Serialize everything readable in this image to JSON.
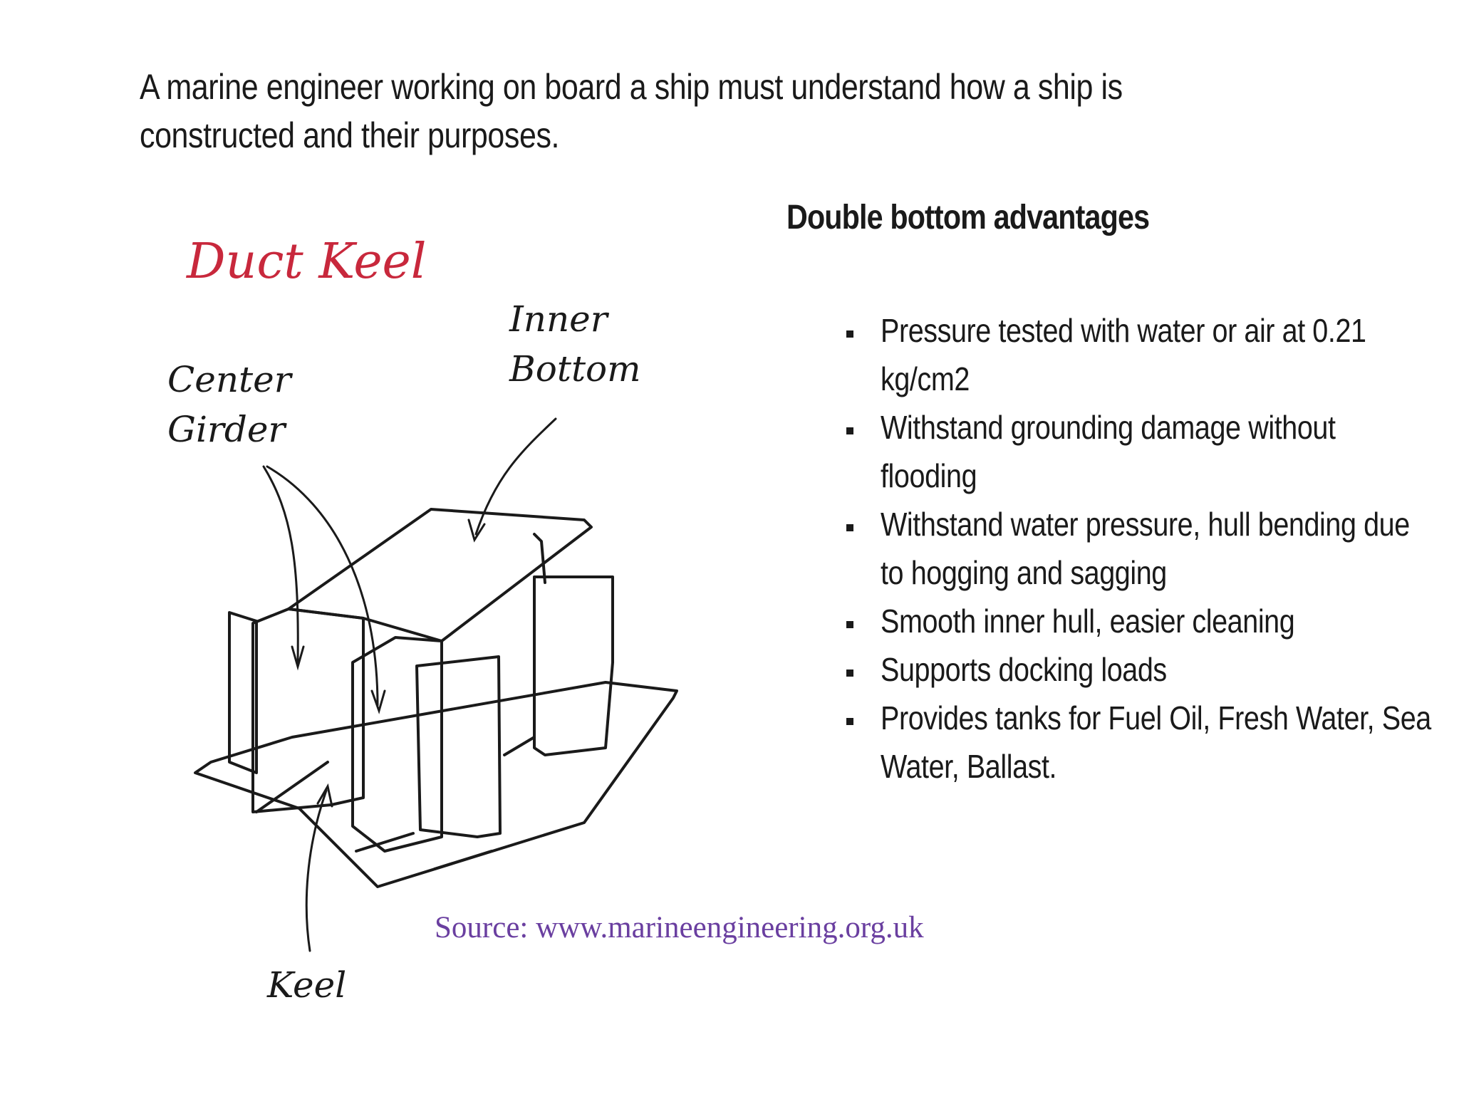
{
  "intro": "A marine engineer working on board a ship must understand how a ship is constructed and their purposes.",
  "figure": {
    "title": "Duct Keel",
    "labels": {
      "inner_bottom_line1": "Inner",
      "inner_bottom_line2": "Bottom",
      "center_girder_line1": "Center",
      "center_girder_line2": "Girder",
      "keel": "Keel"
    },
    "colors": {
      "title": "#c8283c",
      "ink": "#1a1a1a"
    }
  },
  "advantages": {
    "heading": "Double bottom advantages",
    "items": [
      "Pressure tested with water or air at 0.21 kg/cm2",
      "Withstand grounding damage without flooding",
      "Withstand water pressure, hull bending due to hogging and sagging",
      "Smooth inner hull, easier cleaning",
      "Supports docking loads",
      "Provides tanks for Fuel Oil, Fresh Water, Sea Water, Ballast."
    ]
  },
  "source": "Source: www.marineengineering.org.uk",
  "colors": {
    "source_text": "#6a3fa0",
    "body_text": "#1a1a1a"
  }
}
